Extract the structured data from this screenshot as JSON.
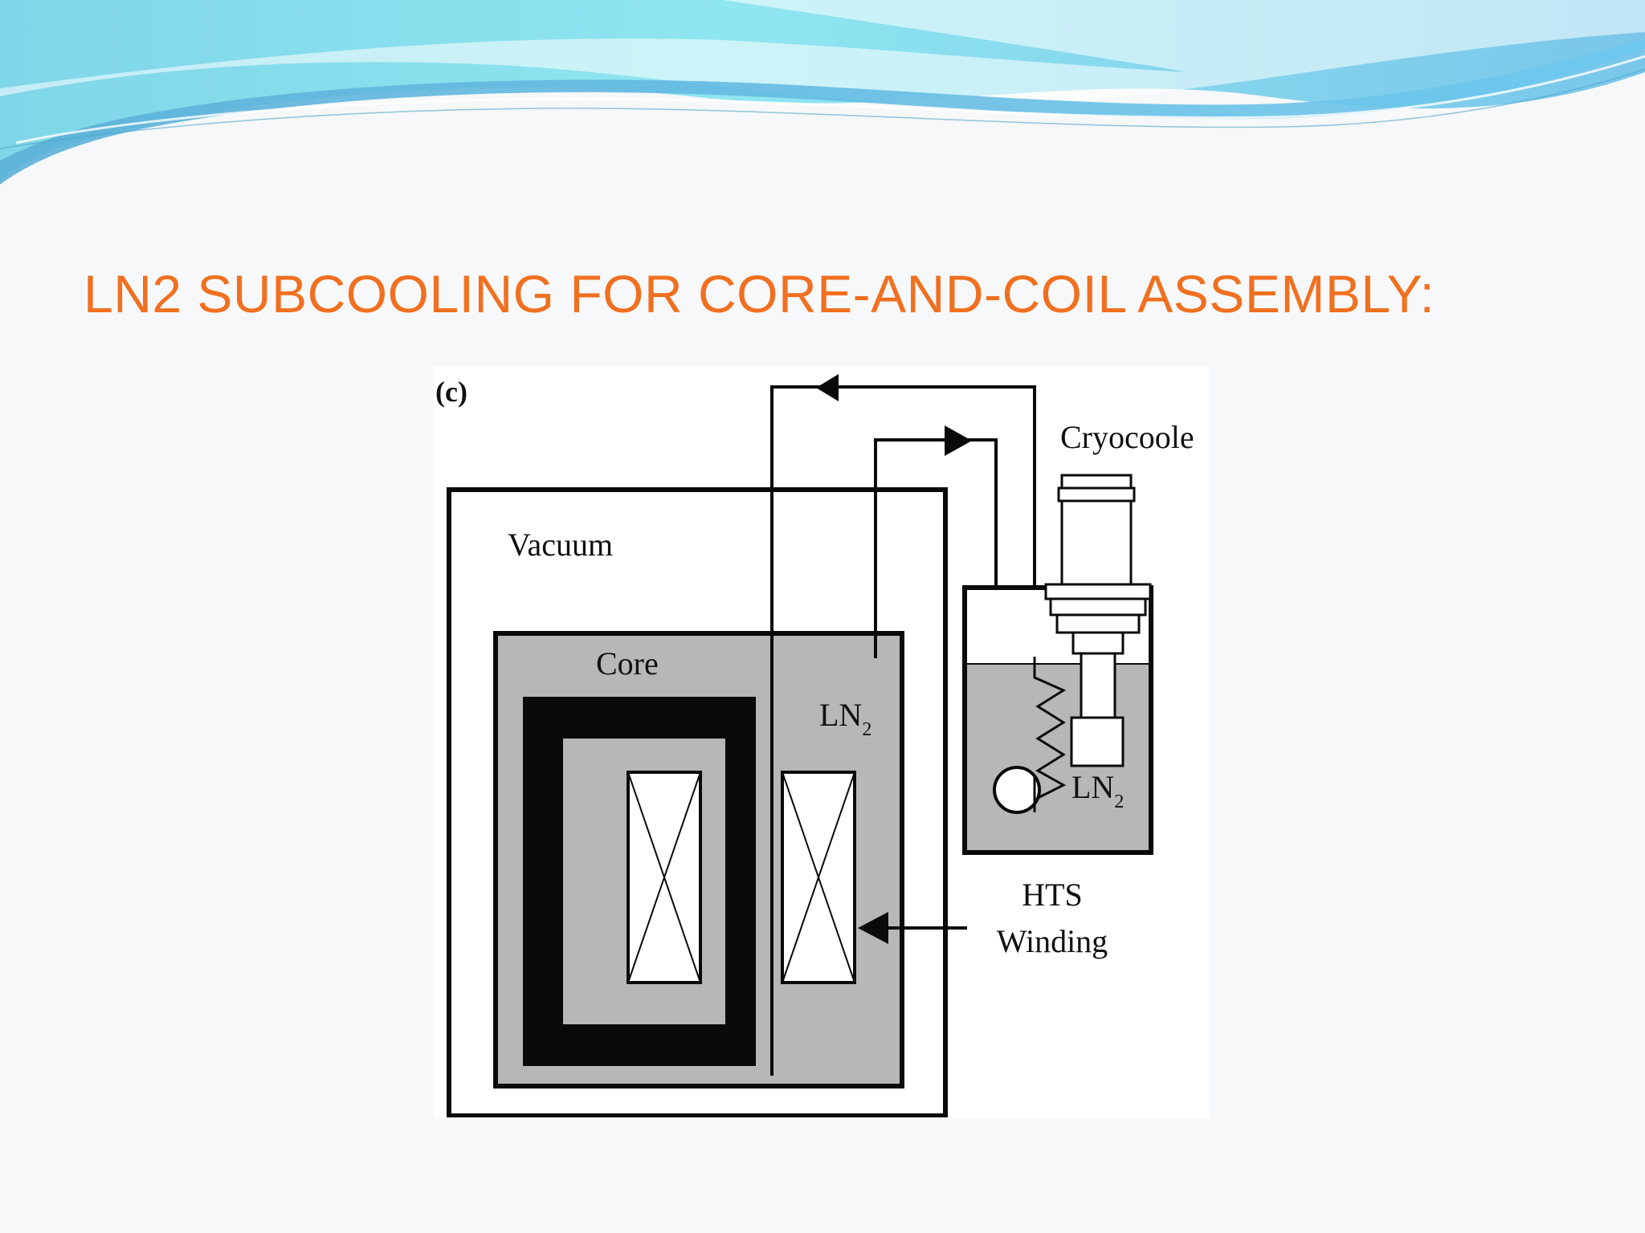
{
  "slide": {
    "title": "LN2 SUBCOOLING FOR CORE-AND-COIL ASSEMBLY:",
    "title_color": "#f07020"
  },
  "diagram": {
    "panel_label": "(c)",
    "labels": {
      "vacuum": "Vacuum",
      "core": "Core",
      "ln2_inner_main": "LN",
      "ln2_inner_sub": "2",
      "ln2_outer_main": "LN",
      "ln2_outer_sub": "2",
      "cryocooler": "Cryocoole",
      "hts_line1": "HTS",
      "hts_line2": "Winding"
    },
    "colors": {
      "ln2_fill": "#b7b7b7",
      "core_fill": "#0a0a0a",
      "outline": "#0a0a0a",
      "banner_light": "#8de8f0",
      "banner_dark": "#5fb8e0"
    }
  }
}
